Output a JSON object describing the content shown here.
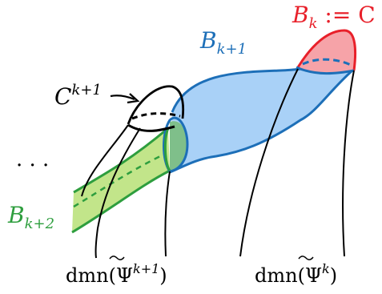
{
  "labels": {
    "bk_base": "B",
    "bk_sub": "k",
    "bk_assign": " := C",
    "bk1_base": "B",
    "bk1_sub": "k+1",
    "bk2_base": "B",
    "bk2_sub": "k+2",
    "ck1_base": "C",
    "ck1_sup": "k+1",
    "dots": "· · ·",
    "dmn1_prefix": "dmn(",
    "dmn1_psi": "Ψ",
    "dmn1_sup": "k+1",
    "dmn1_suffix": ")",
    "dmn2_prefix": "dmn(",
    "dmn2_psi": "Ψ",
    "dmn2_sup": "k",
    "dmn2_suffix": ")"
  },
  "colors": {
    "red_stroke": "#e8202a",
    "red_fill": "#f6a3a8",
    "blue_stroke": "#1d6fb8",
    "blue_fill": "#a9d1f7",
    "green_stroke": "#2e9e3e",
    "green_fill": "#c2e58a",
    "black": "#000000"
  }
}
